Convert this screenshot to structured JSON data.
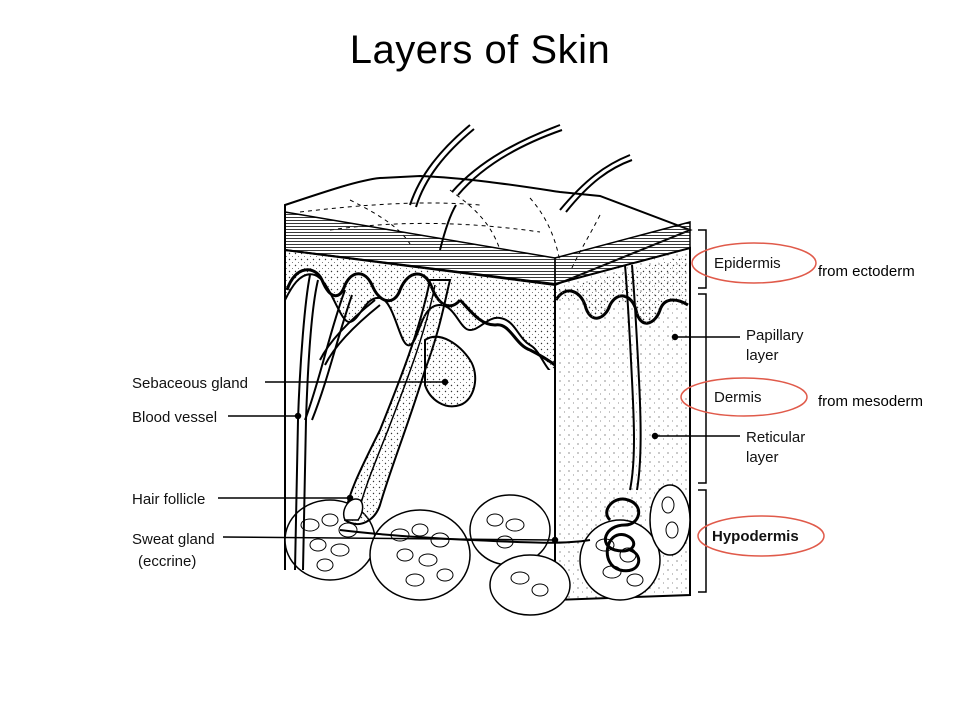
{
  "title": "Layers of Skin",
  "accent_color": "#e05a4a",
  "left_labels": {
    "sebaceous_gland": "Sebaceous gland",
    "blood_vessel": "Blood vessel",
    "hair_follicle": "Hair follicle",
    "sweat_gland": "Sweat gland",
    "sweat_gland_sub": "(eccrine)"
  },
  "right_labels": {
    "epidermis": "Epidermis",
    "papillary_1": "Papillary",
    "papillary_2": "layer",
    "dermis": "Dermis",
    "reticular_1": "Reticular",
    "reticular_2": "layer",
    "hypodermis": "Hypodermis"
  },
  "origins": {
    "ectoderm": "from ectoderm",
    "mesoderm": "from mesoderm"
  }
}
